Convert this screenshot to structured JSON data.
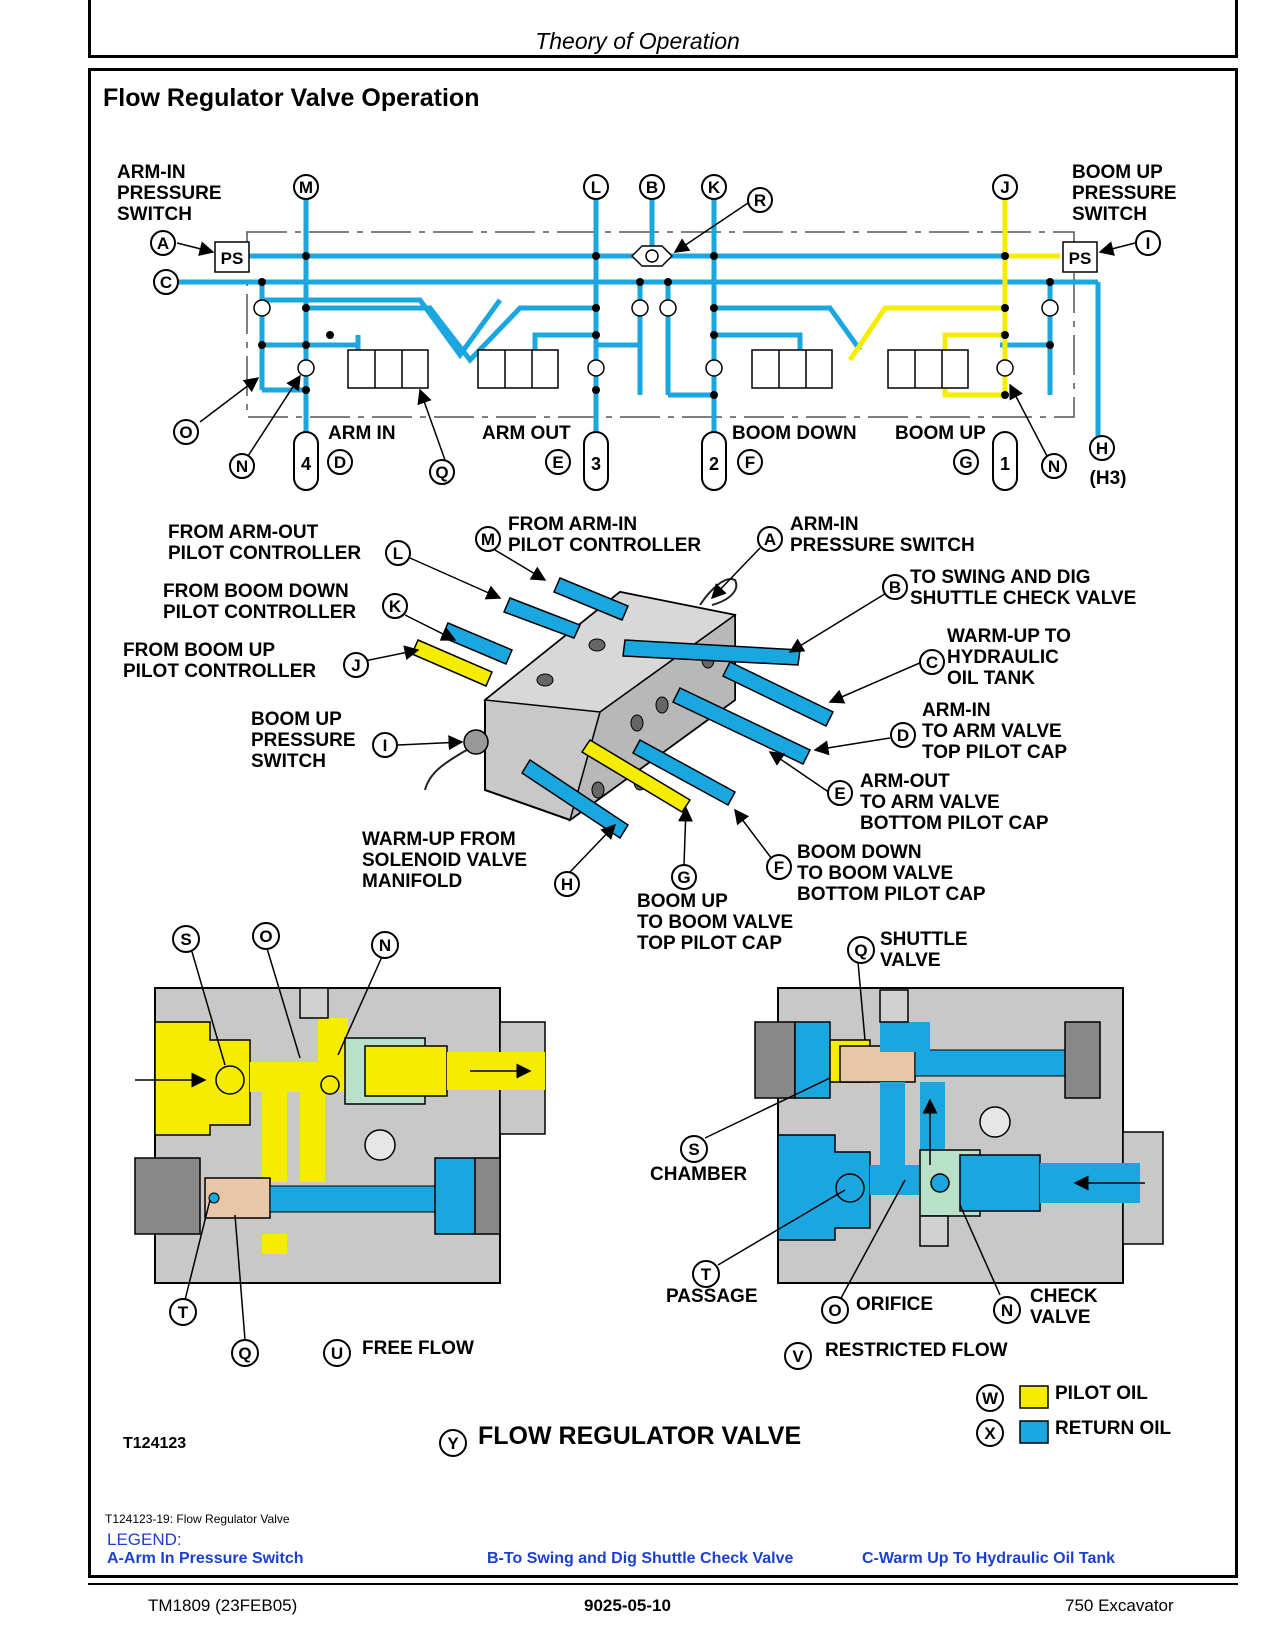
{
  "header": {
    "title": "Theory of Operation"
  },
  "section": {
    "title": "Flow Regulator Valve Operation"
  },
  "schematic": {
    "arm_in_pressure_switch": [
      "ARM-IN",
      "PRESSURE",
      "SWITCH"
    ],
    "boom_up_pressure_switch": [
      "BOOM UP",
      "PRESSURE",
      "SWITCH"
    ],
    "ps": "PS",
    "sections": [
      "ARM IN",
      "ARM OUT",
      "BOOM DOWN",
      "BOOM UP"
    ],
    "port_numbers": [
      "4",
      "3",
      "2",
      "1"
    ],
    "h3": "(H3)",
    "letters": {
      "A": "A",
      "B": "B",
      "C": "C",
      "D": "D",
      "E": "E",
      "F": "F",
      "G": "G",
      "H": "H",
      "I": "I",
      "J": "J",
      "K": "K",
      "L": "L",
      "M": "M",
      "N": "N",
      "O": "O",
      "Q": "Q",
      "R": "R",
      "S": "S",
      "T": "T",
      "U": "U",
      "V": "V",
      "W": "W",
      "X": "X",
      "Y": "Y"
    }
  },
  "block_labels": {
    "L": [
      "FROM ARM-OUT",
      "PILOT CONTROLLER"
    ],
    "M": [
      "FROM ARM-IN",
      "PILOT CONTROLLER"
    ],
    "A": [
      "ARM-IN",
      "PRESSURE SWITCH"
    ],
    "K": [
      "FROM BOOM DOWN",
      "PILOT CONTROLLER"
    ],
    "B": [
      "TO SWING AND DIG",
      "SHUTTLE CHECK VALVE"
    ],
    "J": [
      "FROM BOOM UP",
      "PILOT CONTROLLER"
    ],
    "C": [
      "WARM-UP TO",
      "HYDRAULIC",
      "OIL TANK"
    ],
    "I": [
      "BOOM UP",
      "PRESSURE",
      "SWITCH"
    ],
    "D": [
      "ARM-IN",
      "TO ARM VALVE",
      "TOP PILOT CAP"
    ],
    "E": [
      "ARM-OUT",
      "TO ARM VALVE",
      "BOTTOM PILOT CAP"
    ],
    "H": [
      "WARM-UP FROM",
      "SOLENOID VALVE",
      "MANIFOLD"
    ],
    "F": [
      "BOOM DOWN",
      "TO BOOM VALVE",
      "BOTTOM PILOT CAP"
    ],
    "G": [
      "BOOM UP",
      "TO BOOM VALVE",
      "TOP PILOT CAP"
    ]
  },
  "section_labels": {
    "shuttle_valve": [
      "SHUTTLE",
      "VALVE"
    ],
    "chamber": "CHAMBER",
    "passage": "PASSAGE",
    "orifice": "ORIFICE",
    "check_valve": [
      "CHECK",
      "VALVE"
    ],
    "free_flow": "FREE FLOW",
    "restricted_flow": "RESTRICTED FLOW",
    "pilot_oil": "PILOT OIL",
    "return_oil": "RETURN OIL",
    "figure_id": "T124123",
    "figure_title": "FLOW REGULATOR VALVE"
  },
  "colors": {
    "pilot_oil": "#f5ec00",
    "return_oil": "#1aa7e0",
    "body": "#c8c8c8",
    "spool": "#e8c7a9",
    "check": "#b9e0c9"
  },
  "caption": "T124123-19: Flow Regulator Valve",
  "legend": {
    "heading": "LEGEND:",
    "items": [
      "A-Arm In Pressure Switch",
      "B-To Swing and Dig Shuttle Check Valve",
      "C-Warm Up To Hydraulic Oil Tank"
    ]
  },
  "footer": {
    "left": "TM1809 (23FEB05)",
    "center": "9025-05-10",
    "right": "750 Excavator"
  }
}
